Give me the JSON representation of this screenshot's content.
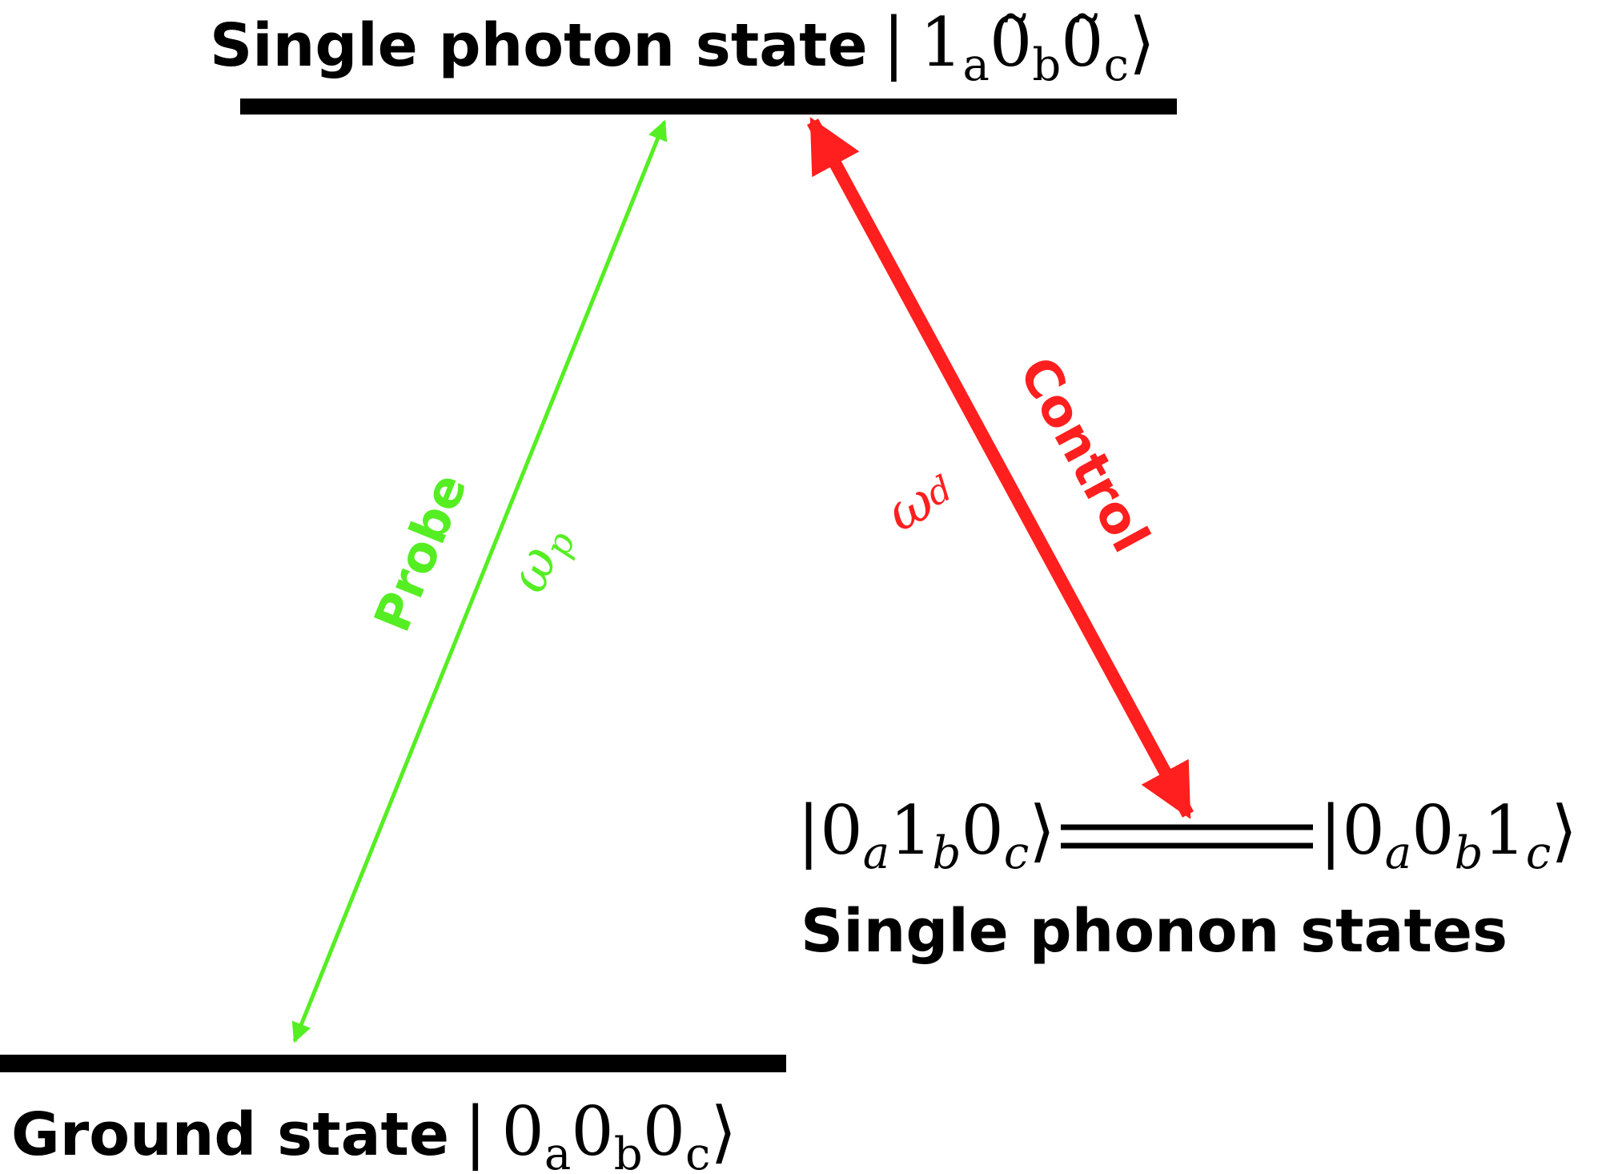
{
  "levels": {
    "excited": {
      "name": "Single photon state",
      "ket": {
        "open": "|",
        "parts": [
          [
            "1",
            "a"
          ],
          [
            "0̃",
            "b"
          ],
          [
            "0̃",
            "c"
          ]
        ],
        "close": "⟩"
      }
    },
    "ground": {
      "name": "Ground state",
      "ket": {
        "open": "|",
        "parts": [
          [
            "0",
            "a"
          ],
          [
            "0",
            "b"
          ],
          [
            "0",
            "c"
          ]
        ],
        "close": "⟩"
      }
    },
    "phonon": {
      "name": "Single phonon states",
      "ket_left": {
        "open": "|",
        "parts": [
          [
            "0",
            "a"
          ],
          [
            "1",
            "b"
          ],
          [
            "0",
            "c"
          ]
        ],
        "close": "⟩"
      },
      "ket_right": {
        "open": "|",
        "parts": [
          [
            "0",
            "a"
          ],
          [
            "0",
            "b"
          ],
          [
            "1",
            "c"
          ]
        ],
        "close": "⟩"
      }
    }
  },
  "transitions": {
    "probe": {
      "label": "Probe",
      "freq_symbol": "ω",
      "freq_sub": "p",
      "color": "#55ee22"
    },
    "control": {
      "label": "Control",
      "freq_symbol": "ω",
      "freq_sub": "d",
      "color": "#ff1f1f"
    }
  },
  "colors": {
    "level": "#000000"
  }
}
